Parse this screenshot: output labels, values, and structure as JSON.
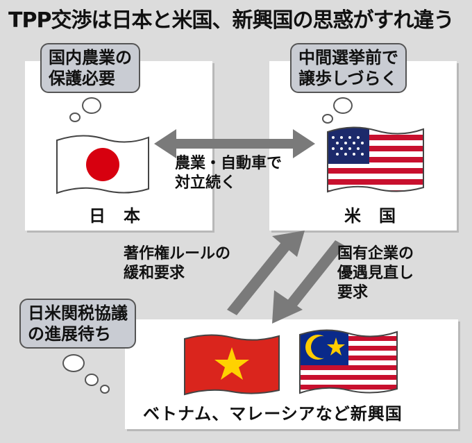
{
  "title": "TPP交渉は日本と米国、新興国の思惑がすれ違う",
  "japan": {
    "bubble_line1": "国内農業の",
    "bubble_line2": "保護必要",
    "label": "日本",
    "flag_icon": "japan-flag-icon"
  },
  "usa": {
    "bubble_line1": "中間選挙前で",
    "bubble_line2": "譲歩しづらく",
    "label": "米国",
    "flag_icon": "usa-flag-icon"
  },
  "emerging": {
    "bubble_line1": "日米関税協議",
    "bubble_line2": "の進展待ち",
    "label": "ベトナム、マレーシアなど新興国",
    "flag_icons": [
      "vietnam-flag-icon",
      "malaysia-flag-icon"
    ]
  },
  "relations": {
    "japan_us_line1": "農業・自動車で",
    "japan_us_line2": "対立続く",
    "emerging_to_us_line1": "著作権ルールの",
    "emerging_to_us_line2": "緩和要求",
    "us_to_emerging_line1": "国有企業の",
    "us_to_emerging_line2": "優遇見直し",
    "us_to_emerging_line3": "要求"
  },
  "colors": {
    "background": "#dcdcdc",
    "bubble": "#c9ccd3",
    "arrow": "#7a7a7a",
    "japan_red": "#d7000f",
    "usa_red": "#c8102e",
    "usa_blue": "#1c2a6b",
    "vietnam_red": "#da251d",
    "vietnam_star": "#ffd200",
    "malaysia_blue": "#0a2a8a",
    "malaysia_yellow": "#ffcc00"
  }
}
